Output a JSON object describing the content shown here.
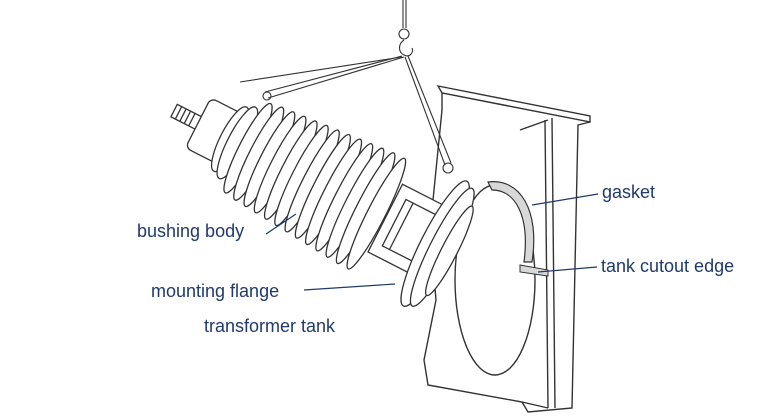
{
  "labels": {
    "gasket": "gasket",
    "tank_cutout_edge": "tank cutout edge",
    "bushing_body": "bushing body",
    "mounting_flange": "mounting flange",
    "transformer_tank": "transformer tank"
  },
  "colors": {
    "label_text": "#1f3a6b",
    "leader_line": "#1f3a6b",
    "line_art": "#333333",
    "gasket_fill": "#d8d8d8",
    "background": "#ffffff"
  }
}
